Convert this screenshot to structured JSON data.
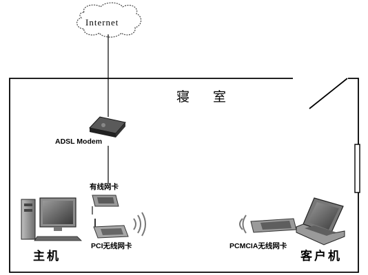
{
  "cloud": {
    "label": "Internet"
  },
  "room": {
    "title": "寝 室"
  },
  "devices": {
    "modem": {
      "label": "ADSL Modem"
    },
    "wired_nic": {
      "label": "有线网卡"
    },
    "pci_wireless_nic": {
      "label": "PCI无线网卡"
    },
    "pcmcia_wireless_nic": {
      "label": "PCMCIA无线网卡"
    },
    "host": {
      "label": "主机"
    },
    "client": {
      "label": "客户机"
    }
  }
}
